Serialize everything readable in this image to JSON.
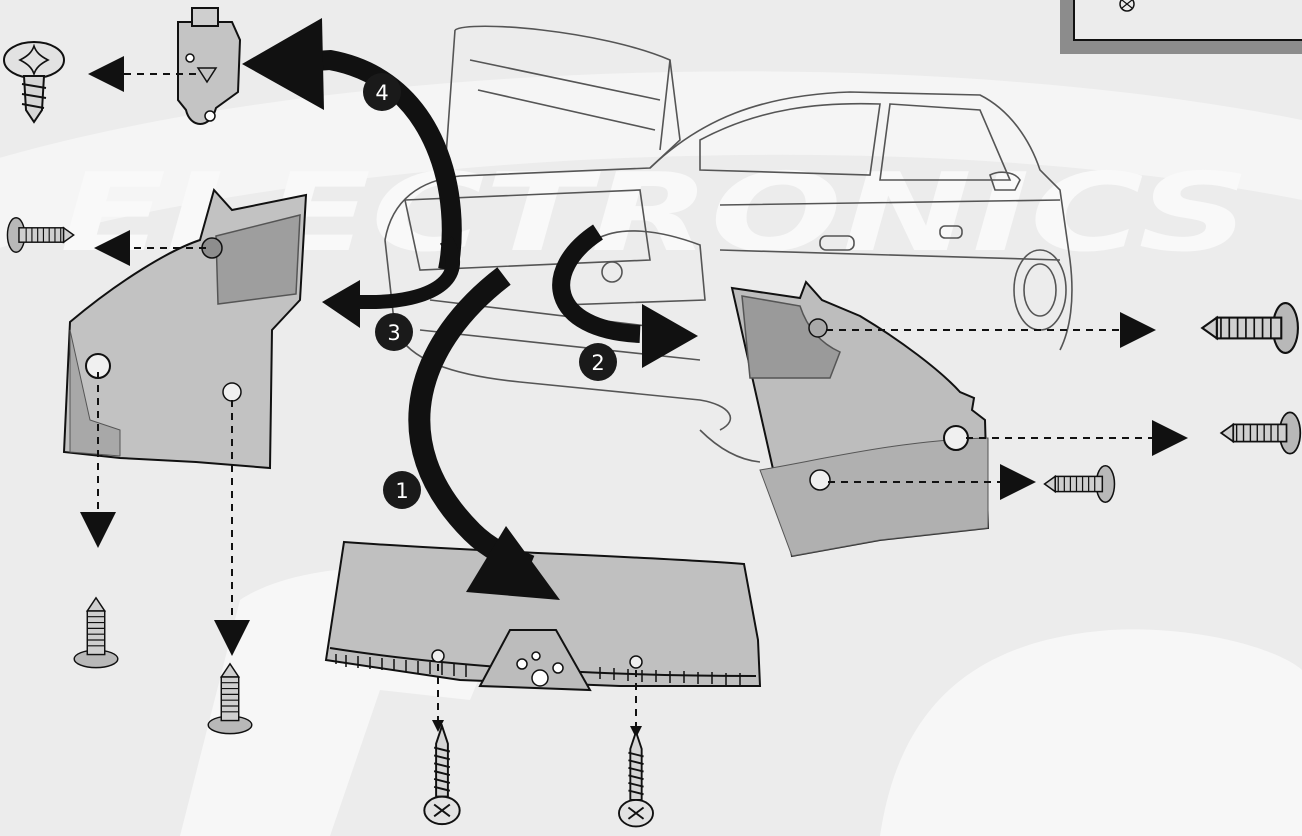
{
  "watermark": {
    "text": "ELECTRONICS"
  },
  "steps": [
    {
      "number": "1",
      "meaning": "remove rear trim panel"
    },
    {
      "number": "2",
      "meaning": "remove right side trim panel"
    },
    {
      "number": "3",
      "meaning": "remove left side trim panel"
    },
    {
      "number": "4",
      "meaning": "remove lock striker"
    }
  ],
  "colors": {
    "background": "#ececec",
    "watermark": "#f7f7f7",
    "panel": "#bdbdbd",
    "panel_dark": "#8a8a8a",
    "line": "#111111",
    "badge": "#1a1a1a"
  },
  "icons": {
    "fastener": "push-pin-clip-icon",
    "screw": "self-tapping-screw-icon",
    "bolt": "phillips-bolt-icon",
    "striker": "lock-striker-icon",
    "arrow": "curved-arrow-icon"
  }
}
